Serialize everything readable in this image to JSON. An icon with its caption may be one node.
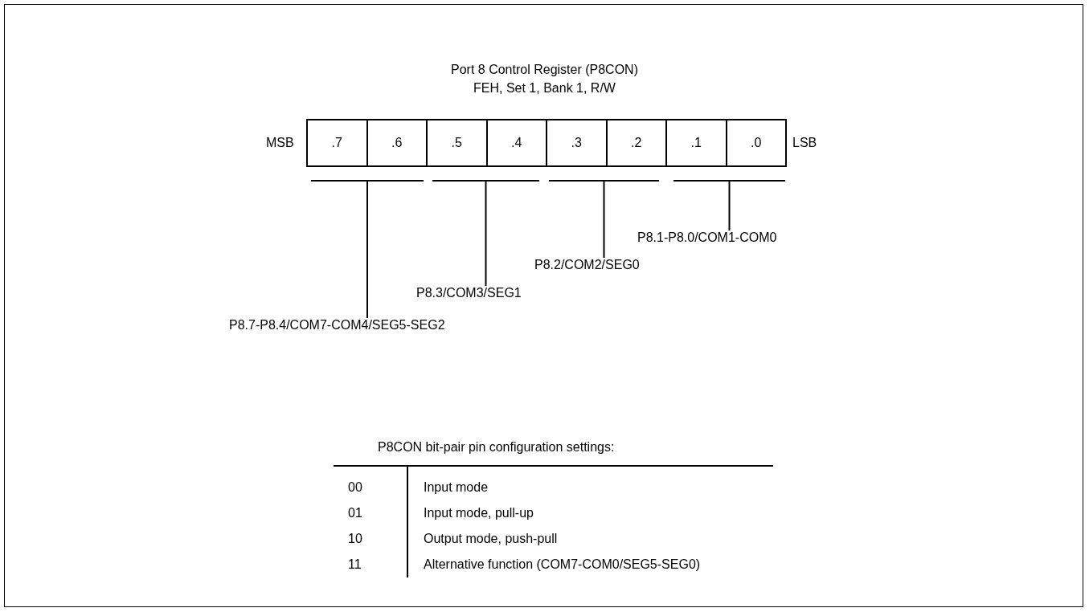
{
  "diagram": {
    "title": "Port 8 Control Register (P8CON)",
    "nodes": [
      {
        "text": [
          ".7"
        ]
      },
      {
        "text": [
          ".6"
        ]
      },
      {
        "text": [
          ".5"
        ]
      },
      {
        "text": [
          ".4"
        ]
      },
      {
        "text": [
          ".3"
        ]
      },
      {
        "text": [
          ".2"
        ]
      },
      {
        "text": [
          ".1"
        ]
      },
      {
        "text": [
          ".0"
        ]
      },
      {
        "text": [],
        "shape": "bar"
      },
      {
        "text": [],
        "shape": "bar"
      },
      {
        "text": [],
        "shape": "bar"
      },
      {
        "text": [],
        "shape": "bar"
      },
      {
        "text": [
          "P8.7-P8.4/COM7-COM4/SEG5-SEG2"
        ]
      },
      {
        "text": [
          "P8.3/COM3/SEG1"
        ]
      },
      {
        "text": [
          "P8.2/COM2/SEG0"
        ]
      },
      {
        "text": [
          "P8.1-P8.0/COM1-COM0"
        ]
      }
    ],
    "edges": [
      {
        "from": 12,
        "to": 8,
        "arrow": "none"
      },
      {
        "from": 13,
        "to": 9,
        "arrow": "none"
      },
      {
        "from": 14,
        "to": 10,
        "arrow": "none"
      },
      {
        "from": 15,
        "to": 11,
        "arrow": "none"
      }
    ],
    "labels": [
      "FEH, Set 1, Bank 1, R/W",
      "MSB",
      "LSB",
      "P8CON bit-pair pin configuration settings:",
      "00",
      "Input mode",
      "01",
      "Input mode, pull-up",
      "10",
      "Output mode, push-pull",
      "11",
      "Alternative function (COM7-COM0/SEG5-SEG0)"
    ]
  }
}
